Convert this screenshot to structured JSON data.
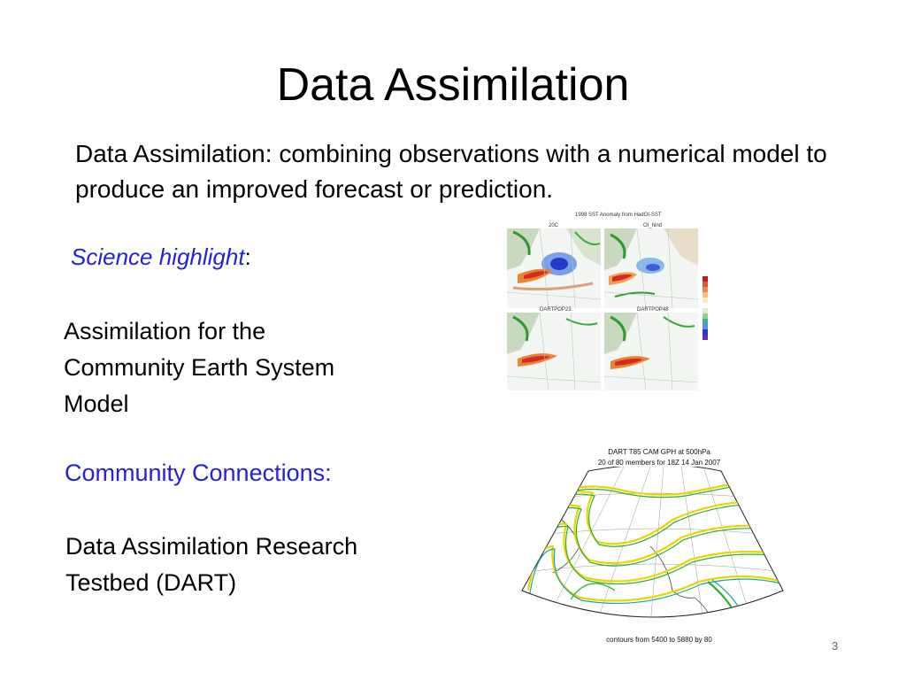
{
  "slide": {
    "title": "Data Assimilation",
    "definition": "Data Assimilation:  combining observations with a numerical model to produce an improved forecast or prediction.",
    "science_label": "Science highlight",
    "science_colon": ":",
    "science_text": "Assimilation for the Community Earth System Model",
    "community_label": "Community Connections:",
    "community_text": "Data Assimilation Research Testbed (DART)",
    "page_number": "3"
  },
  "sst_figure": {
    "header": "1998 SST Anomaly from HadOI-SST",
    "panels": [
      "20C",
      "OI_hind",
      "DARTPOP23",
      "DARTPOP48"
    ]
  },
  "dart_figure": {
    "title_line1": "DART T85 CAM GPH at 500hPa",
    "title_line2": "20 of 80 members for 18Z 14 Jan 2007",
    "caption": "contours from 5400 to 5880 by 80"
  },
  "colors": {
    "accent_blue": "#2222dd",
    "contour_yellow": "#e8d600",
    "contour_green": "#2fae2f",
    "contour_teal": "#1aa7a0",
    "anomaly_red": "#d82a1c",
    "anomaly_blue": "#2538c9"
  }
}
